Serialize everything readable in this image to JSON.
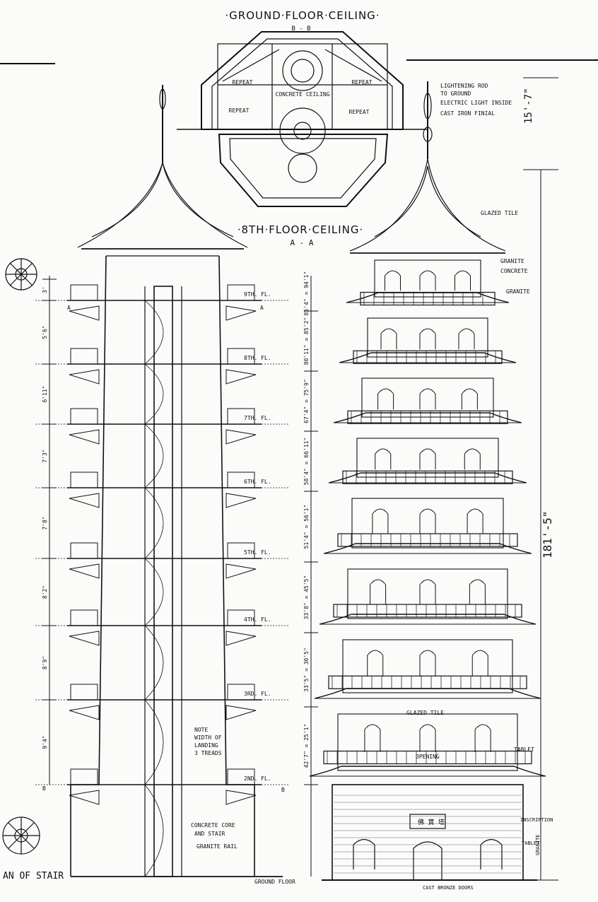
{
  "sheet": {
    "ground_floor_title": "·GROUND·FLOOR·CEILING·",
    "ground_section": "B - B",
    "eighth_floor_title": "·8TH·FLOOR·CEILING·",
    "eighth_section": "A - A",
    "plan_label": "AN OF STAIR"
  },
  "ceiling_plan": {
    "labels": [
      "REPEAT",
      "CONCRETE CEILING",
      "REPEAT",
      "REPEAT",
      "REPEAT"
    ]
  },
  "section": {
    "floors": [
      "9TH. FL.",
      "8TH. FL.",
      "7TH. FL.",
      "6TH. FL.",
      "5TH. FL.",
      "4TH. FL.",
      "3RD. FL.",
      "2ND. FL.",
      "GROUND FLOOR"
    ],
    "story_heights": [
      "3'",
      "5'6\"",
      "6'11\"",
      "7'3\"",
      "7'8\"",
      "8'2\"",
      "8'9\"",
      "9'4\""
    ],
    "notes": {
      "landing": [
        "NOTE",
        "WIDTH OF",
        "LANDING",
        "3 TREADS"
      ],
      "core": [
        "CONCRETE CORE",
        "AND STAIR"
      ],
      "rail": "GRANITE RAIL"
    },
    "markers": [
      "A",
      "A",
      "B",
      "B"
    ]
  },
  "elevation": {
    "callouts": {
      "rod": [
        "LIGHTENING ROD",
        "TO GROUND"
      ],
      "light": "ELECTRIC LIGHT INSIDE",
      "finial": "CAST IRON FINIAL",
      "glazed_tile": "GLAZED TILE",
      "granite_top": "GRANITE",
      "concrete": "CONCRETE",
      "granite_mid": "GRANITE",
      "glazed_tile_band": "GLAZED TILE",
      "tablet": "TABLET",
      "opening": "OPENING",
      "inscription": "INSCRIPTION",
      "tablet_low": "TABLET",
      "doors": "CAST BRONZE DOORS",
      "granite_side": "GRANITE"
    },
    "level_dims": [
      "85'4\" = 94'1\"",
      "80'11\" = 85'2\"",
      "67'4\" = 75'9\"",
      "58'4\" = 66'11\"",
      "51'4\" = 56'1\"",
      "33'8\" = 45'5\"",
      "33'5\" = 30'5\"",
      "42'7\" = 25'1\""
    ],
    "overall_height": "181'-5\"",
    "finial_height": "15'-7\"",
    "tablet_glyph": "佛 寶 塔"
  }
}
